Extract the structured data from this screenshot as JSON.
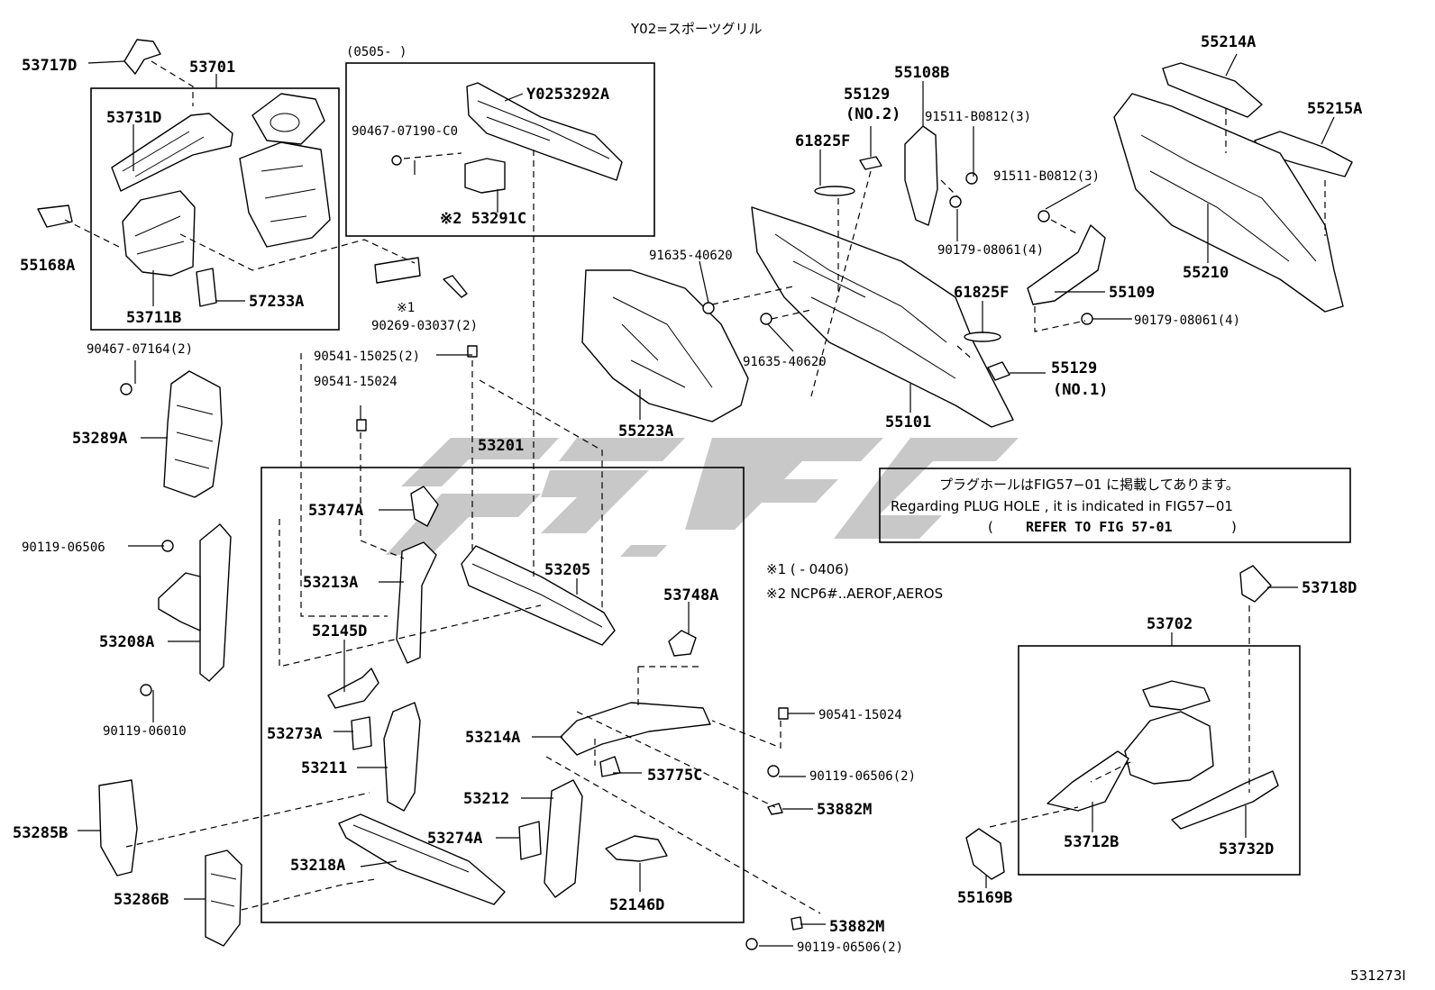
{
  "header": {
    "variant_note": "Y02=スポーツグリル",
    "period_label": "(0505-     )"
  },
  "labels": {
    "p53717D": "53717D",
    "p53701": "53701",
    "p53731D": "53731D",
    "p55168A": "55168A",
    "p53711B": "53711B",
    "p57233A": "57233A",
    "p53292A": "Y0253292A",
    "b90467_07190": "90467-07190-C0",
    "p53291C": "※2 53291C",
    "n1": "※1",
    "b90269": "90269-03037(2)",
    "b90467_07164": "90467-07164(2)",
    "b90541_15025": "90541-15025(2)",
    "b90541_15024a": "90541-15024",
    "p53289A": "53289A",
    "p53201": "53201",
    "p53747A": "53747A",
    "b90119_06506a": "90119-06506",
    "p53213A": "53213A",
    "p53205": "53205",
    "p52145D": "52145D",
    "p53208A": "53208A",
    "b90119_06010": "90119-06010",
    "p53748A": "53748A",
    "b90541_15024b": "90541-15024",
    "p53273A": "53273A",
    "p53214A": "53214A",
    "p53211": "53211",
    "p53775C": "53775C",
    "b90119_06506b": "90119-06506(2)",
    "p53212": "53212",
    "p53882Ma": "53882M",
    "p53285B": "53285B",
    "p53274A": "53274A",
    "p53218A": "53218A",
    "p52146D": "52146D",
    "p53286B": "53286B",
    "p53882Mb": "53882M",
    "b90119_06506c": "90119-06506(2)",
    "p55129a": "55129",
    "p55129a_no": "(NO.2)",
    "p55108B": "55108B",
    "b91511a": "91511-B0812(3)",
    "p61825Fa": "61825F",
    "b91511b": "91511-B0812(3)",
    "b91635a": "91635-40620",
    "b90179a": "90179-08061(4)",
    "p61825Fb": "61825F",
    "p55109": "55109",
    "b90179b": "90179-08061(4)",
    "b91635b": "91635-40620",
    "p55129b": "55129",
    "p55129b_no": "(NO.1)",
    "p55223A": "55223A",
    "p55101": "55101",
    "p55214A": "55214A",
    "p55215A": "55215A",
    "p55210": "55210",
    "p53718D": "53718D",
    "p53702": "53702",
    "p53712B": "53712B",
    "p53732D": "53732D",
    "p55169B": "55169B"
  },
  "notes": {
    "plug_hole_jp": "プラグホールはFIG57−01 に掲載してあります。",
    "plug_hole_en": "Regarding  PLUG HOLE , it is  indicated  in  FIG57−01",
    "refer_open": "(",
    "refer": "REFER TO FIG 57-01",
    "refer_close": ")",
    "footnote1": "※1 (          - 0406)",
    "footnote2": "※2  NCP6#..AEROF,AEROS"
  },
  "figure_code": "531273I"
}
